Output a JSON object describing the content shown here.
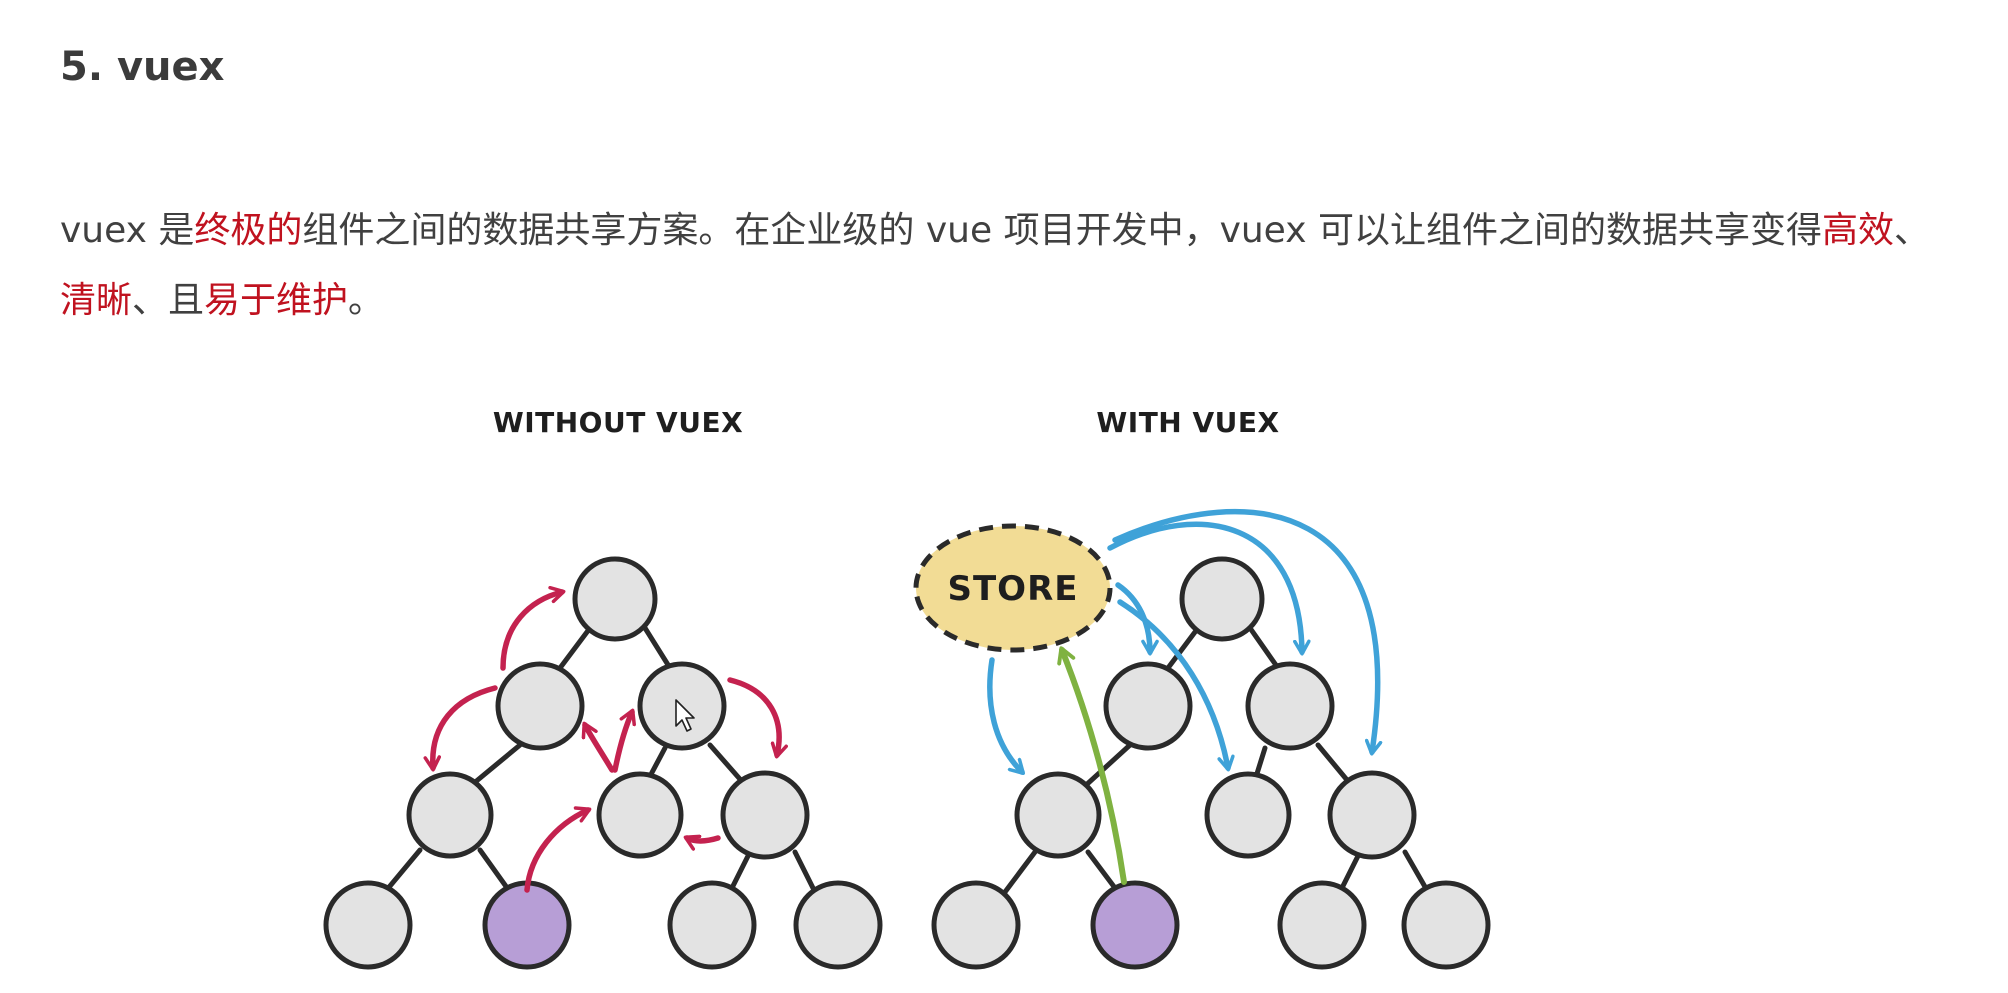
{
  "section": {
    "heading": "5. vuex"
  },
  "intro": {
    "t1": "vuex 是",
    "e1": "终极的",
    "t2": "组件之间的数据共享方案。在企业级的 vue 项目开发中，vuex 可以让组件之间的数据共享变得",
    "e2": "高效",
    "t3": "、",
    "e3": "清晰",
    "t4": "、且",
    "e4": "易于维护",
    "t5": "。"
  },
  "figure": {
    "left_title": "WITHOUT VUEX",
    "right_title": "WITH VUEX",
    "store_label": "STORE"
  },
  "colors": {
    "emphasis": "#c0121f",
    "red_arrows": "#c4224f",
    "blue_arrows": "#3fa2d8",
    "green_arrow": "#7fb241",
    "store_fill": "#f2dc95",
    "node_fill": "#e3e3e3",
    "highlight_node_fill": "#b79ed6"
  }
}
